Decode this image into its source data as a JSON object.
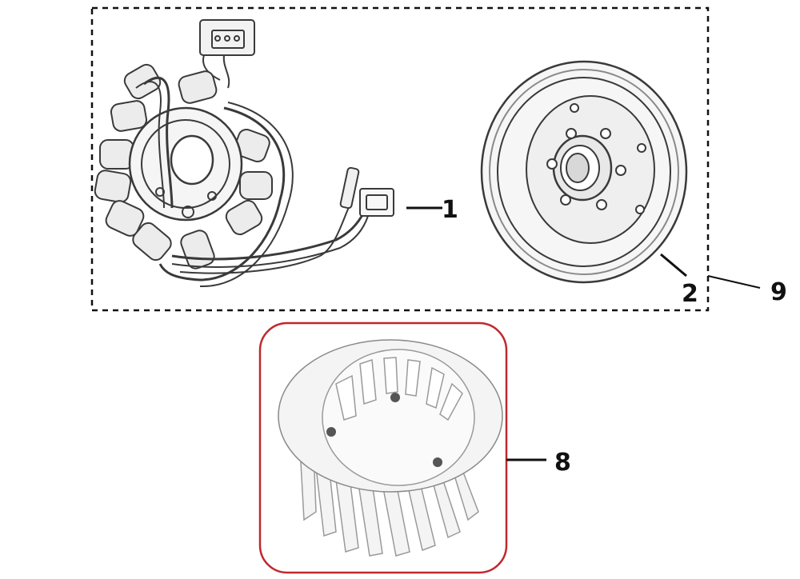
{
  "diagram": {
    "callouts": [
      {
        "id": "1",
        "label": "1"
      },
      {
        "id": "2",
        "label": "2"
      },
      {
        "id": "9",
        "label": "9"
      },
      {
        "id": "8",
        "label": "8"
      }
    ],
    "colors": {
      "line": "#111111",
      "sketch": "#3a3a3a",
      "sketch_light": "#8a8a8a",
      "highlight_frame": "#c0282d",
      "fan_fill": "#f4f4f4"
    },
    "parts": {
      "stator": "stator-coil-assembly",
      "rotor": "flywheel-rotor",
      "fan": "cooling-fan",
      "kit_group": "magneto-kit-group"
    }
  }
}
